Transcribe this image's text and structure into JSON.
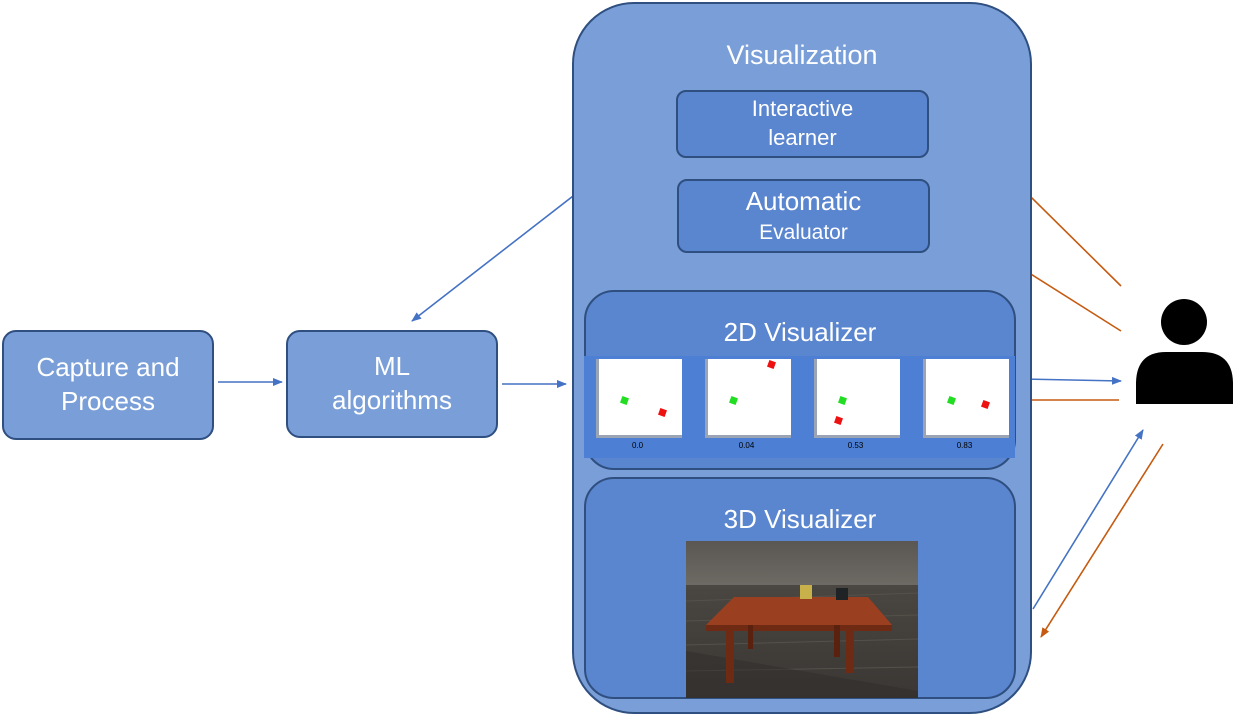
{
  "visualization": {
    "title": "Visualization"
  },
  "capture_box": {
    "line1": "Capture and",
    "line2": "Process"
  },
  "ml_box": {
    "line1": "ML",
    "line2": "algorithms"
  },
  "interactive_learner": {
    "line1": "Interactive",
    "line2": "learner"
  },
  "automatic_evaluator": {
    "line1": "Automatic",
    "line2": "Evaluator"
  },
  "visualizer_2d": {
    "title": "2D Visualizer",
    "plots": [
      {
        "label": "0.0"
      },
      {
        "label": "0.04"
      },
      {
        "label": "0.53"
      },
      {
        "label": "0.83"
      }
    ]
  },
  "visualizer_3d": {
    "title": "3D Visualizer"
  },
  "icons": {
    "user": "person-icon"
  },
  "colors": {
    "blue_arrow": "#4472c4",
    "orange_arrow": "#c55a11",
    "box_light": "#7a9fd8",
    "box_mid": "#5a85cf",
    "border": "#2f4f80"
  }
}
